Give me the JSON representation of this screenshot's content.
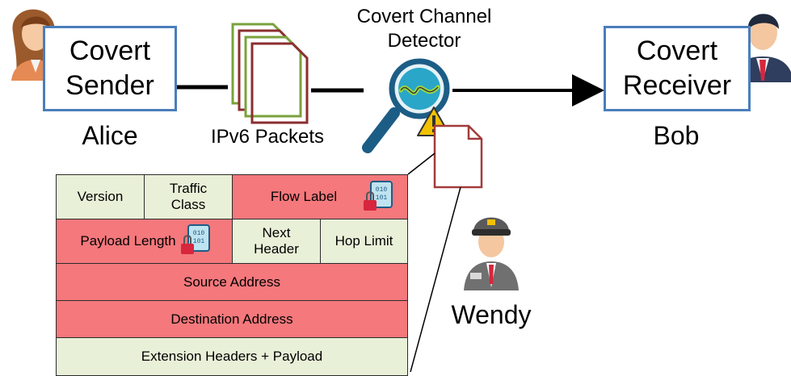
{
  "nodes": {
    "sender": "Covert\nSender",
    "receiver": "Covert\nReceiver",
    "detector": "Covert Channel\nDetector",
    "packets": "IPv6 Packets"
  },
  "people": {
    "alice": "Alice",
    "bob": "Bob",
    "wendy": "Wendy"
  },
  "header_fields": {
    "version": "Version",
    "traffic_class": "Traffic\nClass",
    "flow_label": "Flow Label",
    "payload_length": "Payload Length",
    "next_header": "Next\nHeader",
    "hop_limit": "Hop Limit",
    "source_address": "Source Address",
    "destination_address": "Destination Address",
    "extension_payload": "Extension Headers + Payload"
  },
  "colors": {
    "box_border": "#4a7ebb",
    "normal_field": "#e9f0d8",
    "suspicious_field": "#f4787c",
    "alert": "#f2c100"
  }
}
